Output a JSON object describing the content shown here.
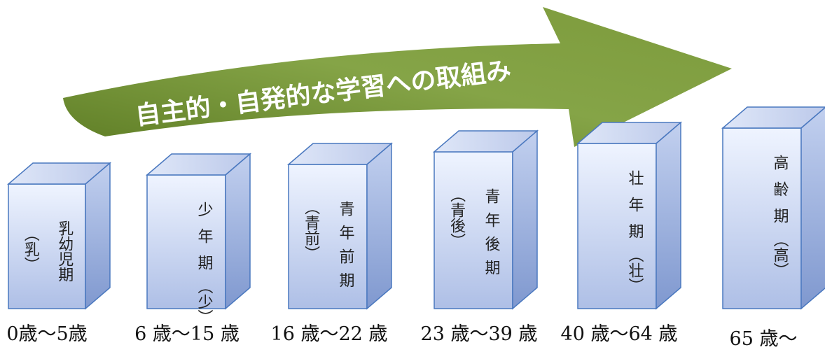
{
  "arrow": {
    "label": "自主的・自発的な学習への取組み"
  },
  "stages": [
    {
      "main": "乳幼児期",
      "abbr": "（乳）",
      "age": "0歳～5歳"
    },
    {
      "main": "少年期",
      "abbr": "（少）",
      "age": "6 歳～15 歳"
    },
    {
      "main": "青年前期",
      "abbr": "（青前）",
      "age": "16 歳～22 歳"
    },
    {
      "main": "青年後期",
      "abbr": "（青後）",
      "age": "23 歳～39 歳"
    },
    {
      "main": "壮年期",
      "abbr": "（壮）",
      "age": "40 歳～64 歳"
    },
    {
      "main": "高齢期",
      "abbr": "（高）",
      "age": "65 歳～"
    }
  ],
  "colors": {
    "arrow": "#7a9a3a",
    "box_light": "#eef3ff",
    "box_dark": "#9db3e0",
    "box_stroke": "#4f7fc4"
  }
}
